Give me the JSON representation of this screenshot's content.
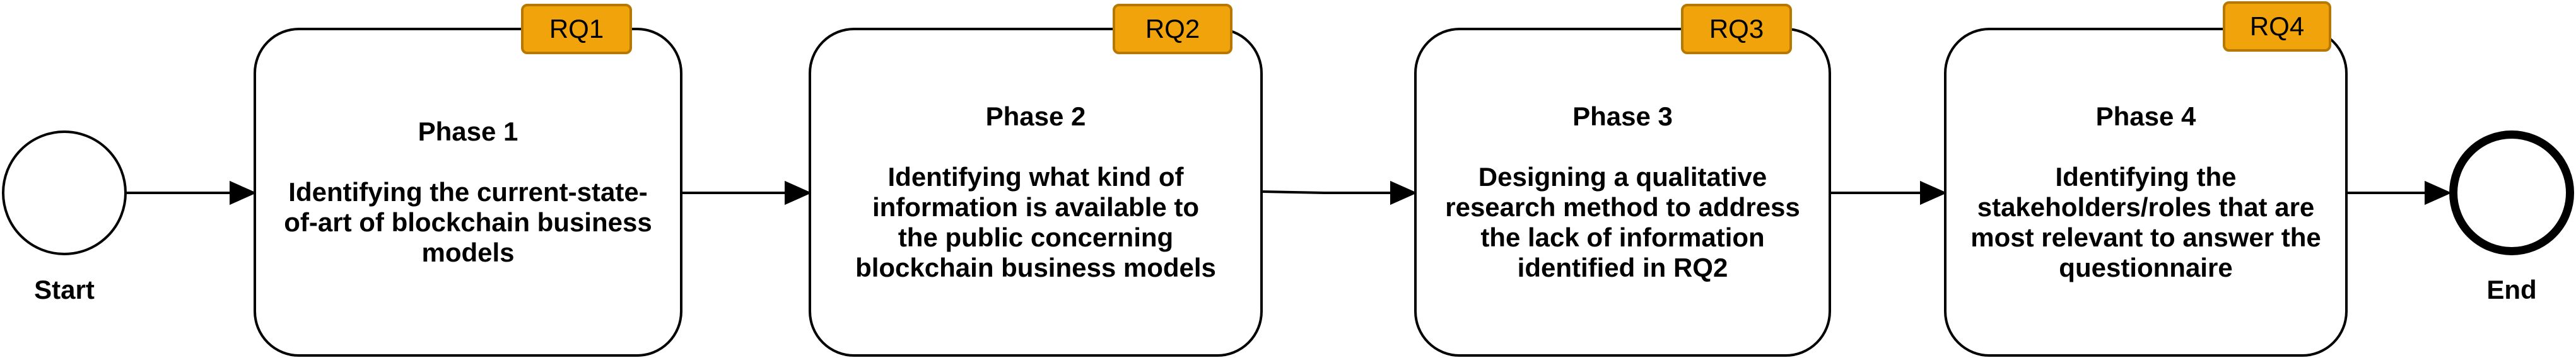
{
  "start_label": "Start",
  "end_label": "End",
  "phases": [
    {
      "badge": "RQ1",
      "title": "Phase 1",
      "desc": "Identifying the current-state-\nof-art of blockchain business\nmodels"
    },
    {
      "badge": "RQ2",
      "title": "Phase 2",
      "desc": "Identifying what kind of\ninformation is available to\nthe public concerning\nblockchain business models"
    },
    {
      "badge": "RQ3",
      "title": "Phase 3",
      "desc": "Designing  a qualitative\nresearch method to address\nthe lack of information\nidentified in RQ2"
    },
    {
      "badge": "RQ4",
      "title": "Phase 4",
      "desc": "Identifying the\nstakeholders/roles that are\nmost relevant to answer the\nquestionnaire"
    }
  ],
  "colors": {
    "badge_fill": "#f0a30a",
    "badge_border": "#b67800",
    "stroke": "#000000"
  }
}
